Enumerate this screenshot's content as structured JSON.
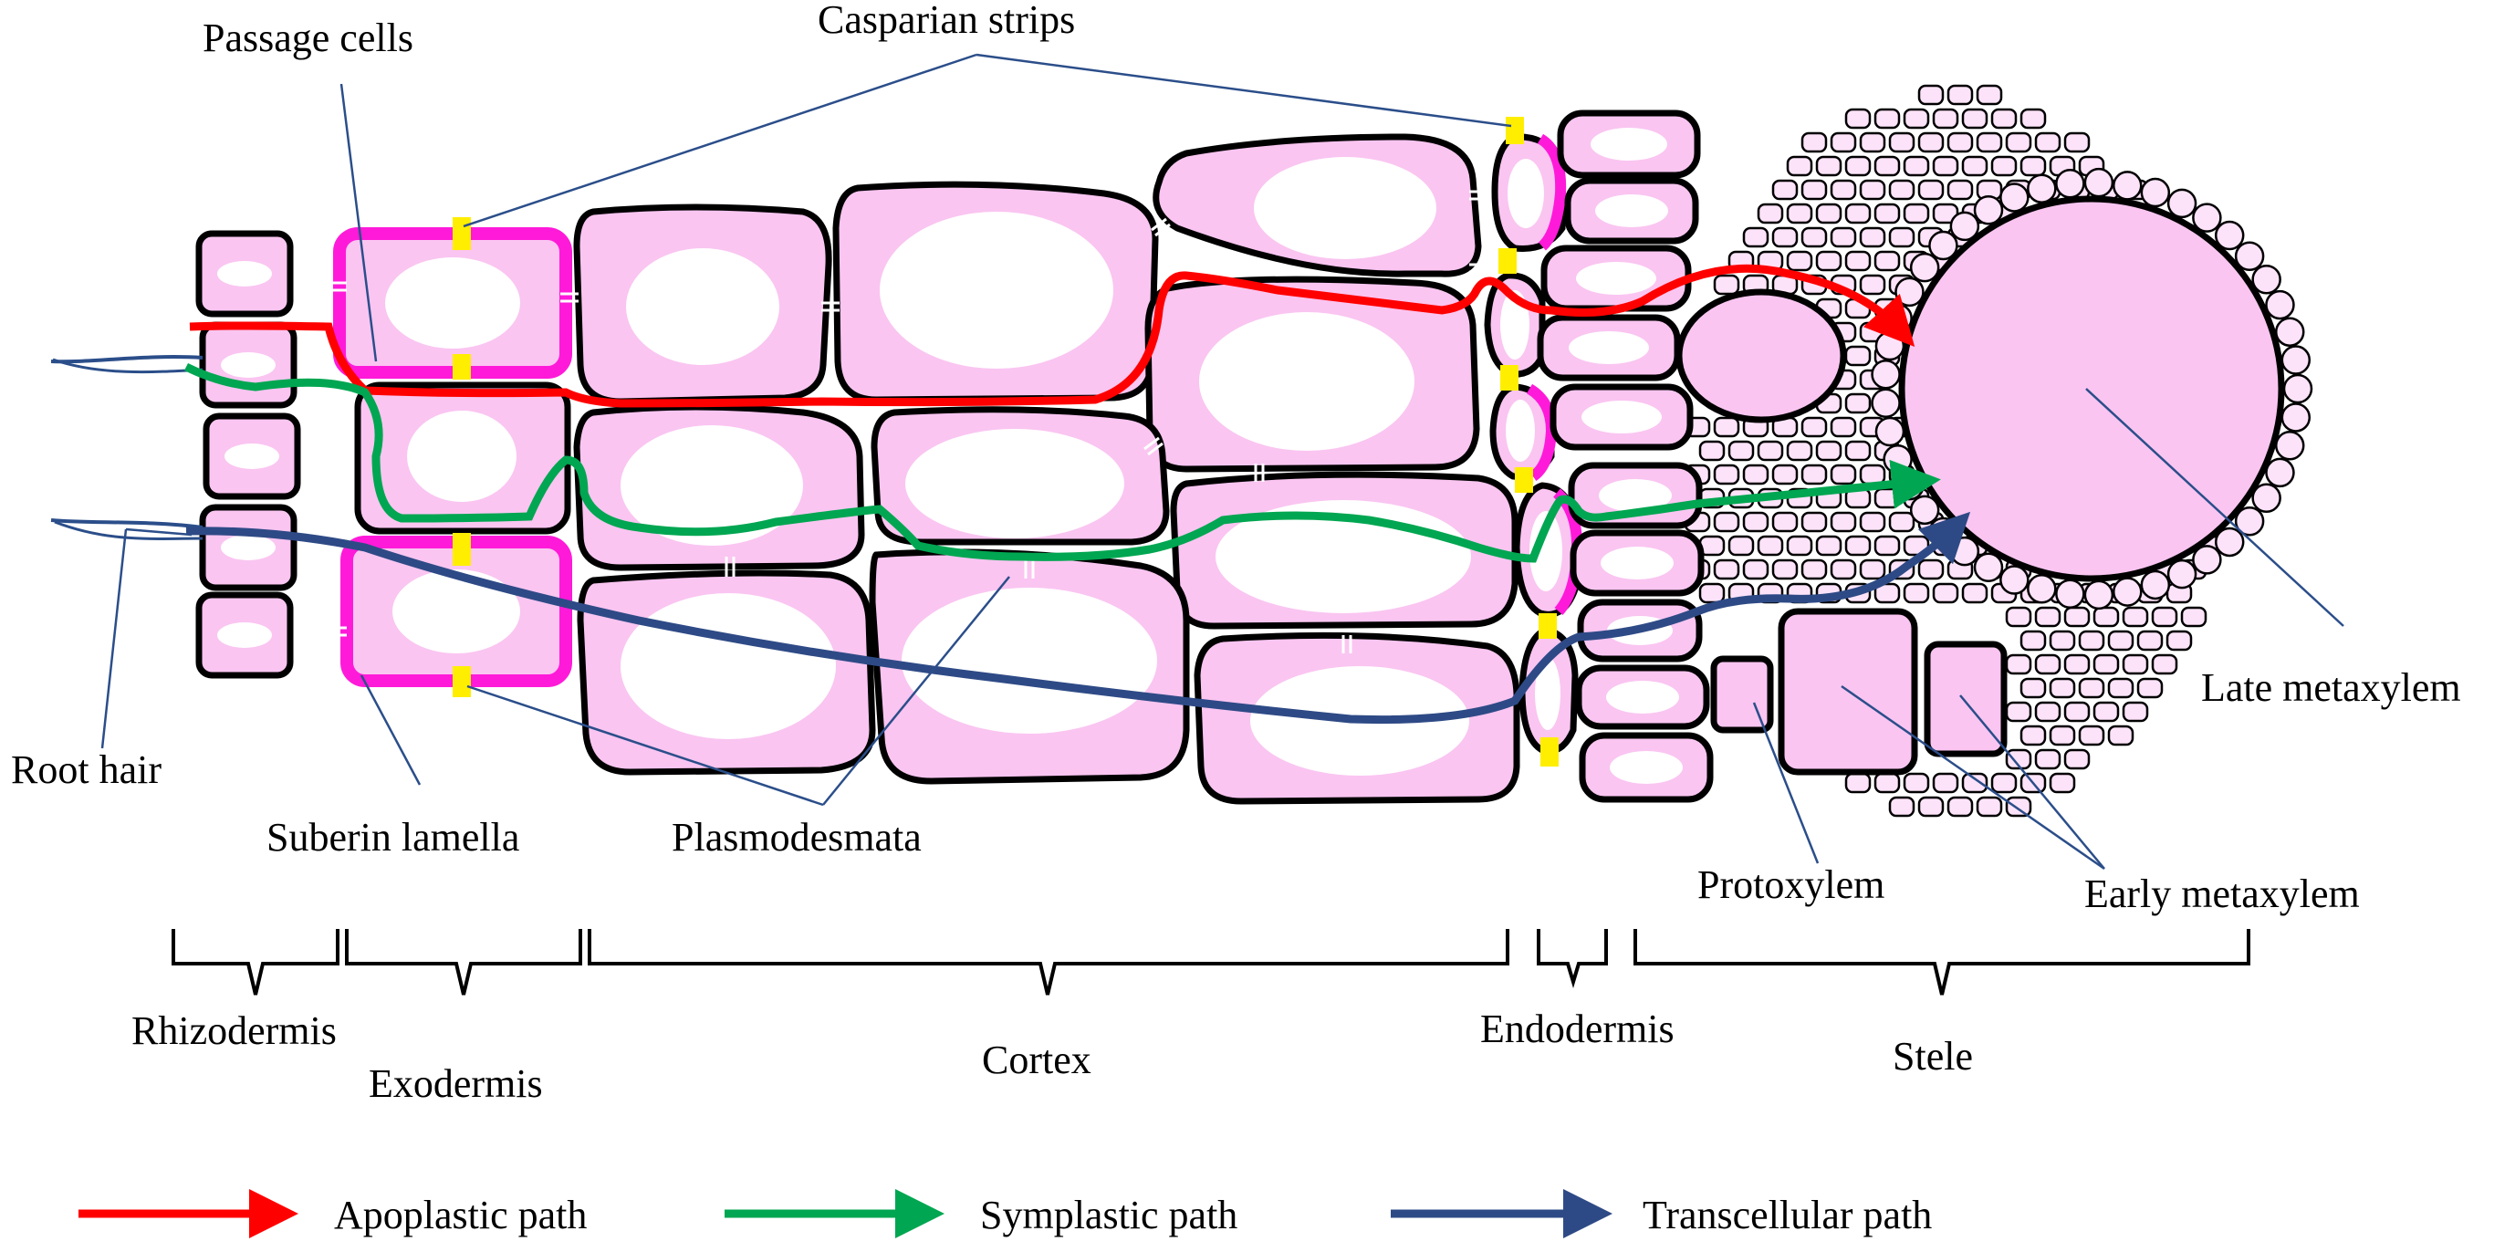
{
  "labels": {
    "passage_cells": "Passage cells",
    "casparian_strips": "Casparian strips",
    "root_hair": "Root hair",
    "suberin_lamella": "Suberin lamella",
    "plasmodesmata": "Plasmodesmata",
    "late_metaxylem": "Late metaxylem",
    "protoxylem": "Protoxylem",
    "early_metaxylem": "Early metaxylem"
  },
  "regions": {
    "rhizodermis": "Rhizodermis",
    "exodermis": "Exodermis",
    "cortex": "Cortex",
    "endodermis": "Endodermis",
    "stele": "Stele"
  },
  "legend": [
    {
      "label": "Apoplastic path",
      "color": "#ff0000"
    },
    {
      "label": "Symplastic path",
      "color": "#00a651"
    },
    {
      "label": "Transcellular path",
      "color": "#2e4a86"
    }
  ],
  "colors": {
    "cell_fill": "#fac5f1",
    "suberin": "#ff1ad9",
    "casparian": "#ffee00"
  }
}
